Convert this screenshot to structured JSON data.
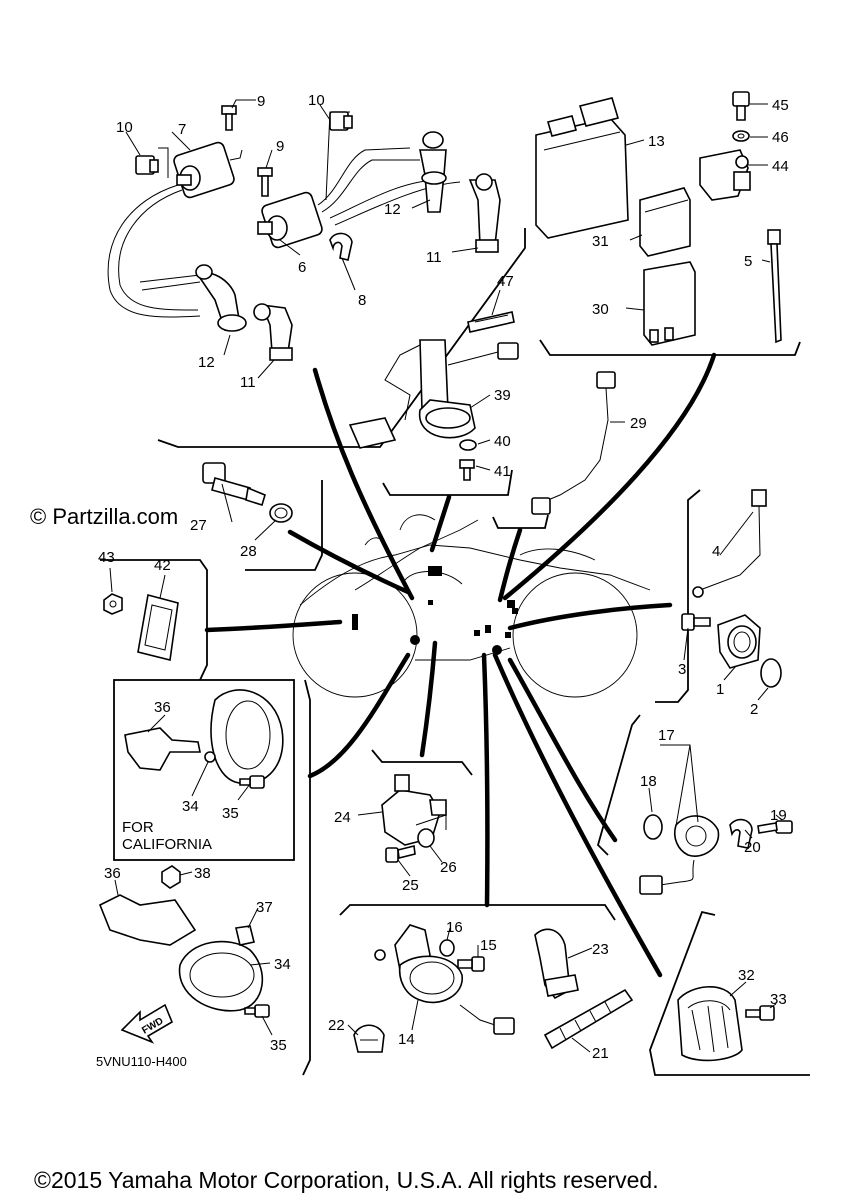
{
  "watermark": "© Partzilla.com",
  "diagram_code": "5VNU110-H400",
  "california_note": [
    "FOR",
    "CALIFORNIA"
  ],
  "fwd_label": "FWD",
  "copyright": "©2015 Yamaha Motor Corporation, U.S.A. All rights reserved.",
  "callouts": {
    "c1": "1",
    "c2": "2",
    "c3": "3",
    "c4": "4",
    "c5": "5",
    "c6": "6",
    "c7": "7",
    "c8": "8",
    "c9a": "9",
    "c9b": "9",
    "c10a": "10",
    "c10b": "10",
    "c11a": "11",
    "c11b": "11",
    "c12a": "12",
    "c12b": "12",
    "c13": "13",
    "c14": "14",
    "c15": "15",
    "c16": "16",
    "c17": "17",
    "c18": "18",
    "c19": "19",
    "c20": "20",
    "c21": "21",
    "c22": "22",
    "c23": "23",
    "c24": "24",
    "c25": "25",
    "c26": "26",
    "c27": "27",
    "c28": "28",
    "c29": "29",
    "c30": "30",
    "c31": "31",
    "c32": "32",
    "c33": "33",
    "c34a": "34",
    "c34b": "34",
    "c35a": "35",
    "c35b": "35",
    "c36a": "36",
    "c36b": "36",
    "c37": "37",
    "c38": "38",
    "c39": "39",
    "c40": "40",
    "c41": "41",
    "c42": "42",
    "c43": "43",
    "c44": "44",
    "c45": "45",
    "c46": "46",
    "c47": "47"
  }
}
